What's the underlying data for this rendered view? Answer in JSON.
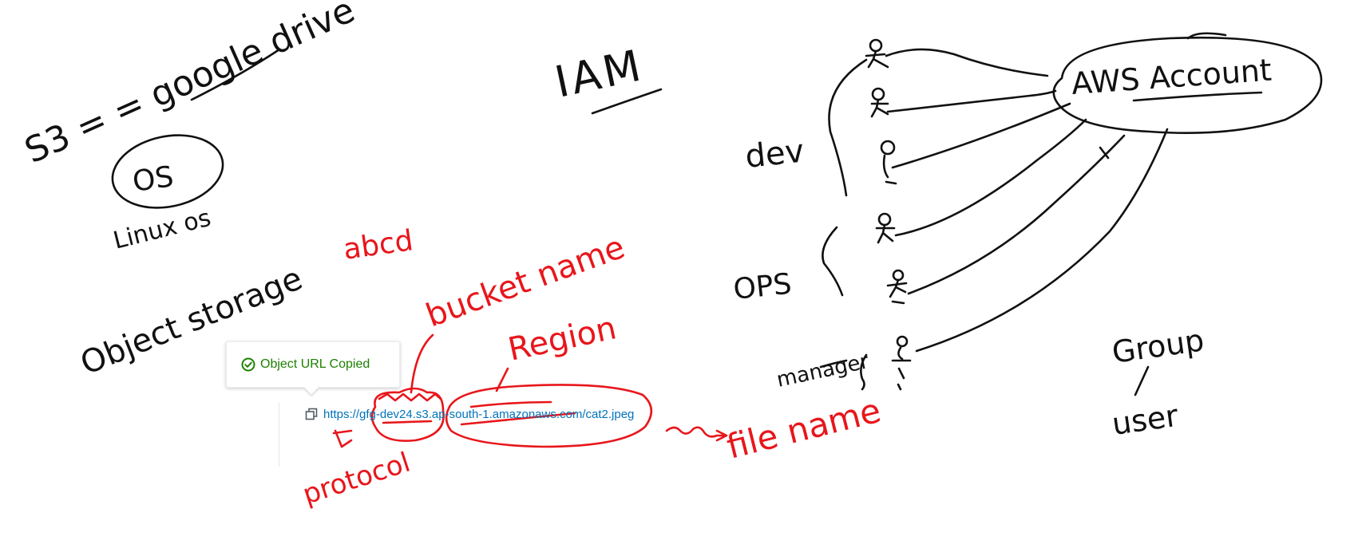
{
  "notes": {
    "s3_eq": "S3 = = google drive",
    "os": "OS",
    "linux_os": "Linux os",
    "object_storage": "Object storage",
    "abcd": "abcd",
    "iam": "IAM",
    "dev": "dev",
    "ops": "OPS",
    "manager": "manager",
    "aws_account": "AWS Account",
    "group": "Group",
    "user": "user",
    "bucket_name": "bucket name",
    "region": "Region",
    "protocol": "protocol",
    "file_name": "file name"
  },
  "console": {
    "toast_message": "Object URL Copied",
    "object_url": "https://gfg-dev24.s3.ap-south-1.amazonaws.com/cat2.jpeg"
  },
  "colors": {
    "ink": "#111111",
    "annotation": "#e8161b",
    "link": "#0073bb",
    "success": "#1d8102"
  },
  "icons": [
    "check-circle-icon",
    "copy-icon"
  ]
}
